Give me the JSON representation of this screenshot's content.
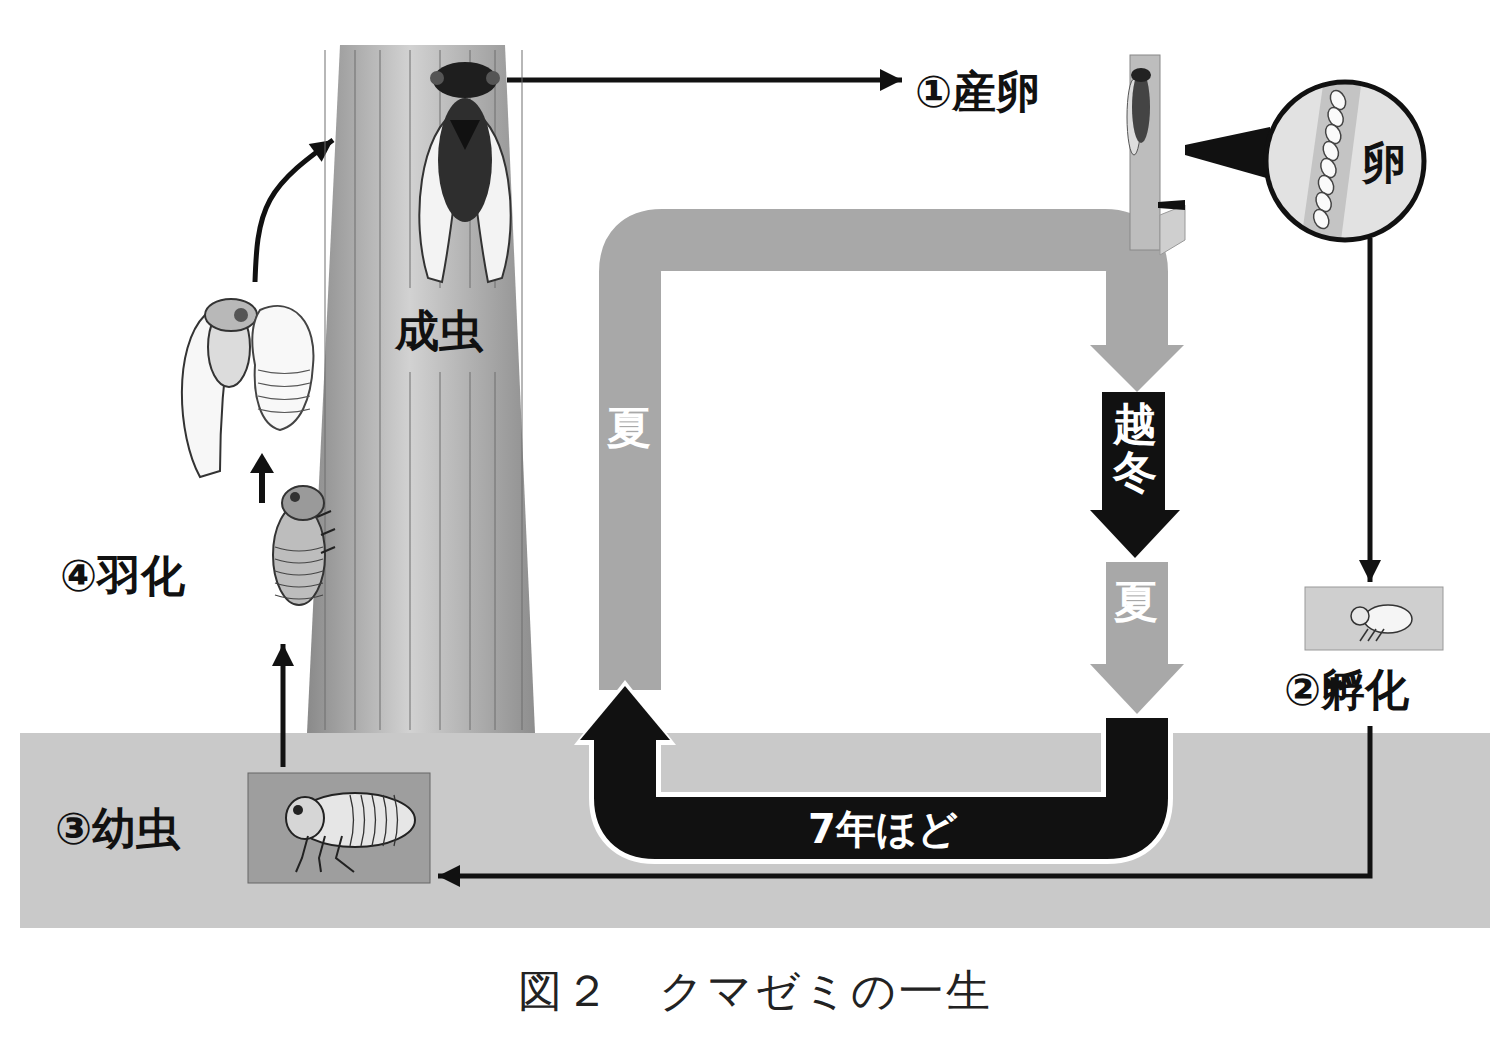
{
  "diagram": {
    "caption": "図２　クマゼミの一生",
    "nodes": [
      {
        "text": [
          "成虫"
        ]
      },
      {
        "text": [
          "①産卵"
        ]
      },
      {
        "text": [
          "卵"
        ]
      },
      {
        "text": [
          "②孵化"
        ]
      },
      {
        "text": [
          "③幼虫"
        ]
      },
      {
        "text": [
          "④羽化"
        ]
      },
      {
        "text": [
          "越冬"
        ]
      },
      {
        "text": [
          "7年ほど"
        ]
      }
    ],
    "edges": [
      {
        "from": 0,
        "to": 1,
        "arrow": "to"
      },
      {
        "from": 1,
        "to": 2,
        "arrow": "none"
      },
      {
        "from": 2,
        "to": 3,
        "arrow": "to"
      },
      {
        "from": 3,
        "to": 4,
        "arrow": "to"
      },
      {
        "from": 4,
        "to": 5,
        "arrow": "to"
      },
      {
        "from": 5,
        "to": 0,
        "arrow": "to"
      }
    ],
    "labels": [
      "夏",
      "夏"
    ]
  }
}
